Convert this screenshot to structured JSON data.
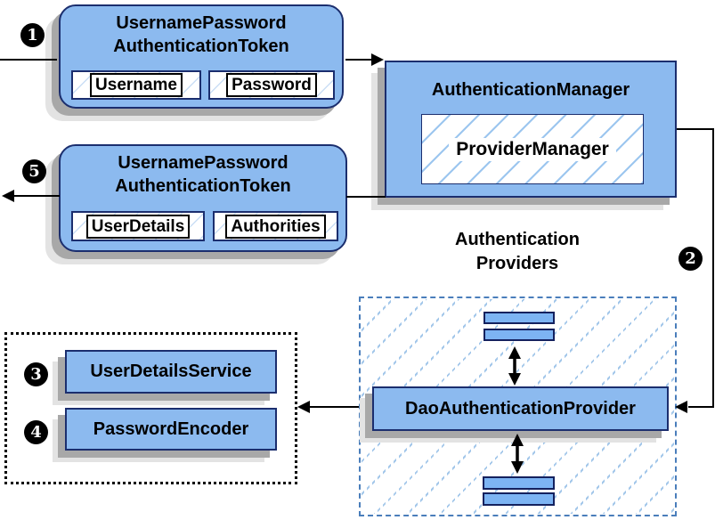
{
  "token_request": {
    "title_line1": "UsernamePassword",
    "title_line2": "AuthenticationToken",
    "fields": [
      "Username",
      "Password"
    ]
  },
  "auth_manager": {
    "title": "AuthenticationManager",
    "inner": "ProviderManager"
  },
  "token_response": {
    "title_line1": "UsernamePassword",
    "title_line2": "AuthenticationToken",
    "fields": [
      "UserDetails",
      "Authorities"
    ]
  },
  "providers_heading": {
    "line1": "Authentication",
    "line2": "Providers"
  },
  "dao_provider_label": "DaoAuthenticationProvider",
  "services": [
    "UserDetailsService",
    "PasswordEncoder"
  ],
  "badges": [
    "1",
    "2",
    "3",
    "4",
    "5"
  ],
  "colors": {
    "node_fill": "#8cbaef",
    "node_border": "#1b2e6e",
    "bar_fill": "#7db4f3",
    "bar_border": "#14215e",
    "hatch_line": "#9cc6ef",
    "region_hatch_line": "#a3c7ea",
    "dashed_border": "#4a7ebb",
    "dotted_border": "#000000",
    "shadow_dark": "#a8a8a8",
    "shadow_light": "#e3e3e3",
    "badge_bg": "#000000",
    "badge_fg": "#ffffff"
  }
}
